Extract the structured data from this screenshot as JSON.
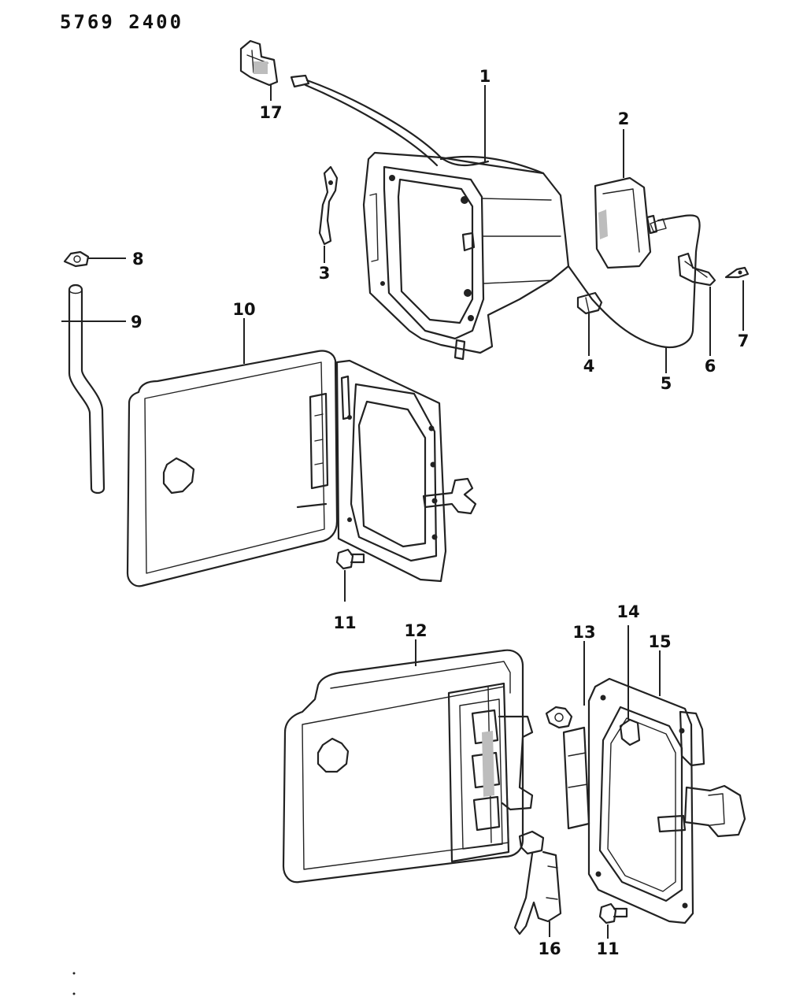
{
  "diagram_code": "5769 2400",
  "callouts": {
    "c1": "1",
    "c2": "2",
    "c3": "3",
    "c4": "4",
    "c5": "5",
    "c6": "6",
    "c7": "7",
    "c8": "8",
    "c9": "9",
    "c10": "10",
    "c11a": "11",
    "c11b": "11",
    "c12": "12",
    "c13": "13",
    "c14": "14",
    "c15": "15",
    "c16": "16",
    "c17": "17"
  }
}
